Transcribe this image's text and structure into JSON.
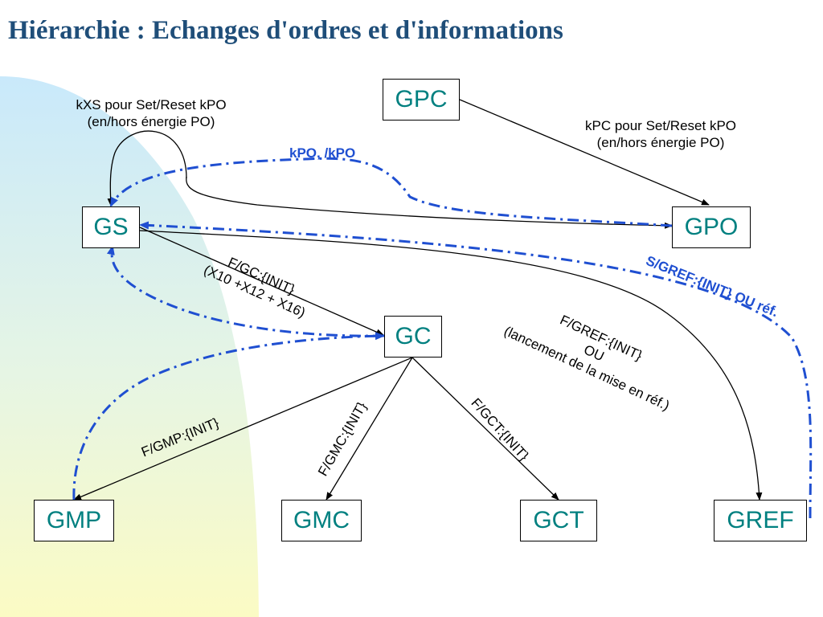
{
  "title": "Hiérarchie : Echanges d'ordres et d'informations",
  "nodes": {
    "gpc": "GPC",
    "gs": "GS",
    "gpo": "GPO",
    "gc": "GC",
    "gmp": "GMP",
    "gmc": "GMC",
    "gct": "GCT",
    "gref": "GREF"
  },
  "labels": {
    "kxs_line1": "kXS pour Set/Reset kPO",
    "kxs_line2": "(en/hors énergie PO)",
    "kpc_line1": "kPC pour Set/Reset kPO",
    "kpc_line2": "(en/hors énergie PO)",
    "kpo": "kPO, /kPO",
    "sgref": "S/GREF:{INIT} OU réf.",
    "fgc_line1": "F/GC:{INIT}",
    "fgc_line2": "(X10 +X12 + X16)",
    "fgref_line1": "F/GREF:{INIT}",
    "fgref_line2": "OU",
    "fgref_line3": "(lancement de la mise en réf.)",
    "fgmp": "F/GMP:{INIT}",
    "fgmc": "F/GMC:{INIT}",
    "fgct": "F/GCT:{INIT}"
  },
  "colors": {
    "title": "#1f4e79",
    "node_text": "#008080",
    "info_flow": "#1f4fd1",
    "background_gradient_top": "#c9e9fb",
    "background_gradient_bottom": "#fbfbc4"
  }
}
